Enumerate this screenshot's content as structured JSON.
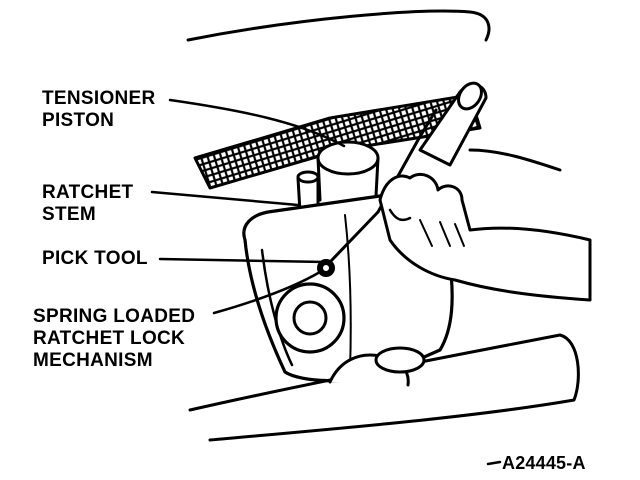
{
  "labels": {
    "tensioner_piston": [
      "TENSIONER",
      "PISTON"
    ],
    "ratchet_stem": [
      "RATCHET",
      "STEM"
    ],
    "pick_tool": "PICK TOOL",
    "spring_loaded": [
      "SPRING LOADED",
      "RATCHET LOCK",
      "MECHANISM"
    ]
  },
  "figure_code": "A24445-A"
}
